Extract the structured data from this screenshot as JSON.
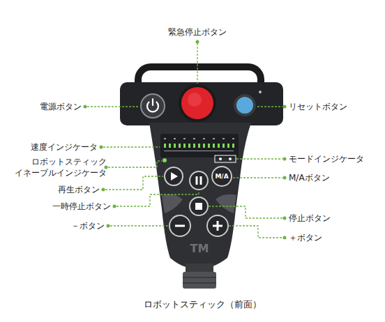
{
  "diagram": {
    "caption": "ロボットスティック（前面）",
    "nodes": [
      {
        "text": [
          "M/A"
        ]
      }
    ],
    "labels": [
      "緊急停止ボタン",
      "電源ボタン",
      "リセットボタン",
      "速度インジケータ",
      "ロボットスティック イネーブルインジケータ",
      "モードインジケータ",
      "再生ボタン",
      "M/Aボタン",
      "一時停止ボタン",
      "停止ボタン",
      "－ボタン",
      "＋ボタン",
      "TM"
    ]
  }
}
